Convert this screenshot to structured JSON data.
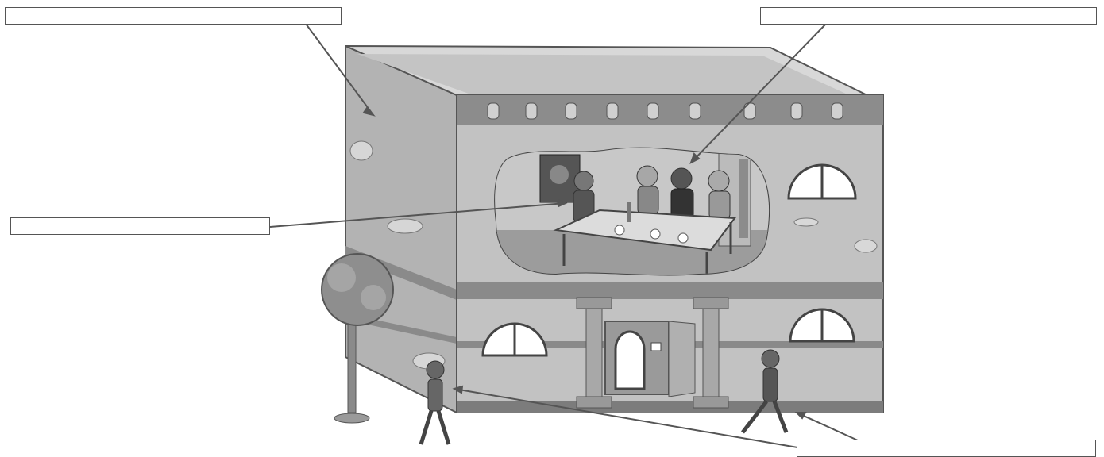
{
  "labels": [
    {
      "id": "building",
      "text": ""
    },
    {
      "id": "diners",
      "text": ""
    },
    {
      "id": "host",
      "text": ""
    },
    {
      "id": "pedestrians",
      "text": ""
    }
  ]
}
